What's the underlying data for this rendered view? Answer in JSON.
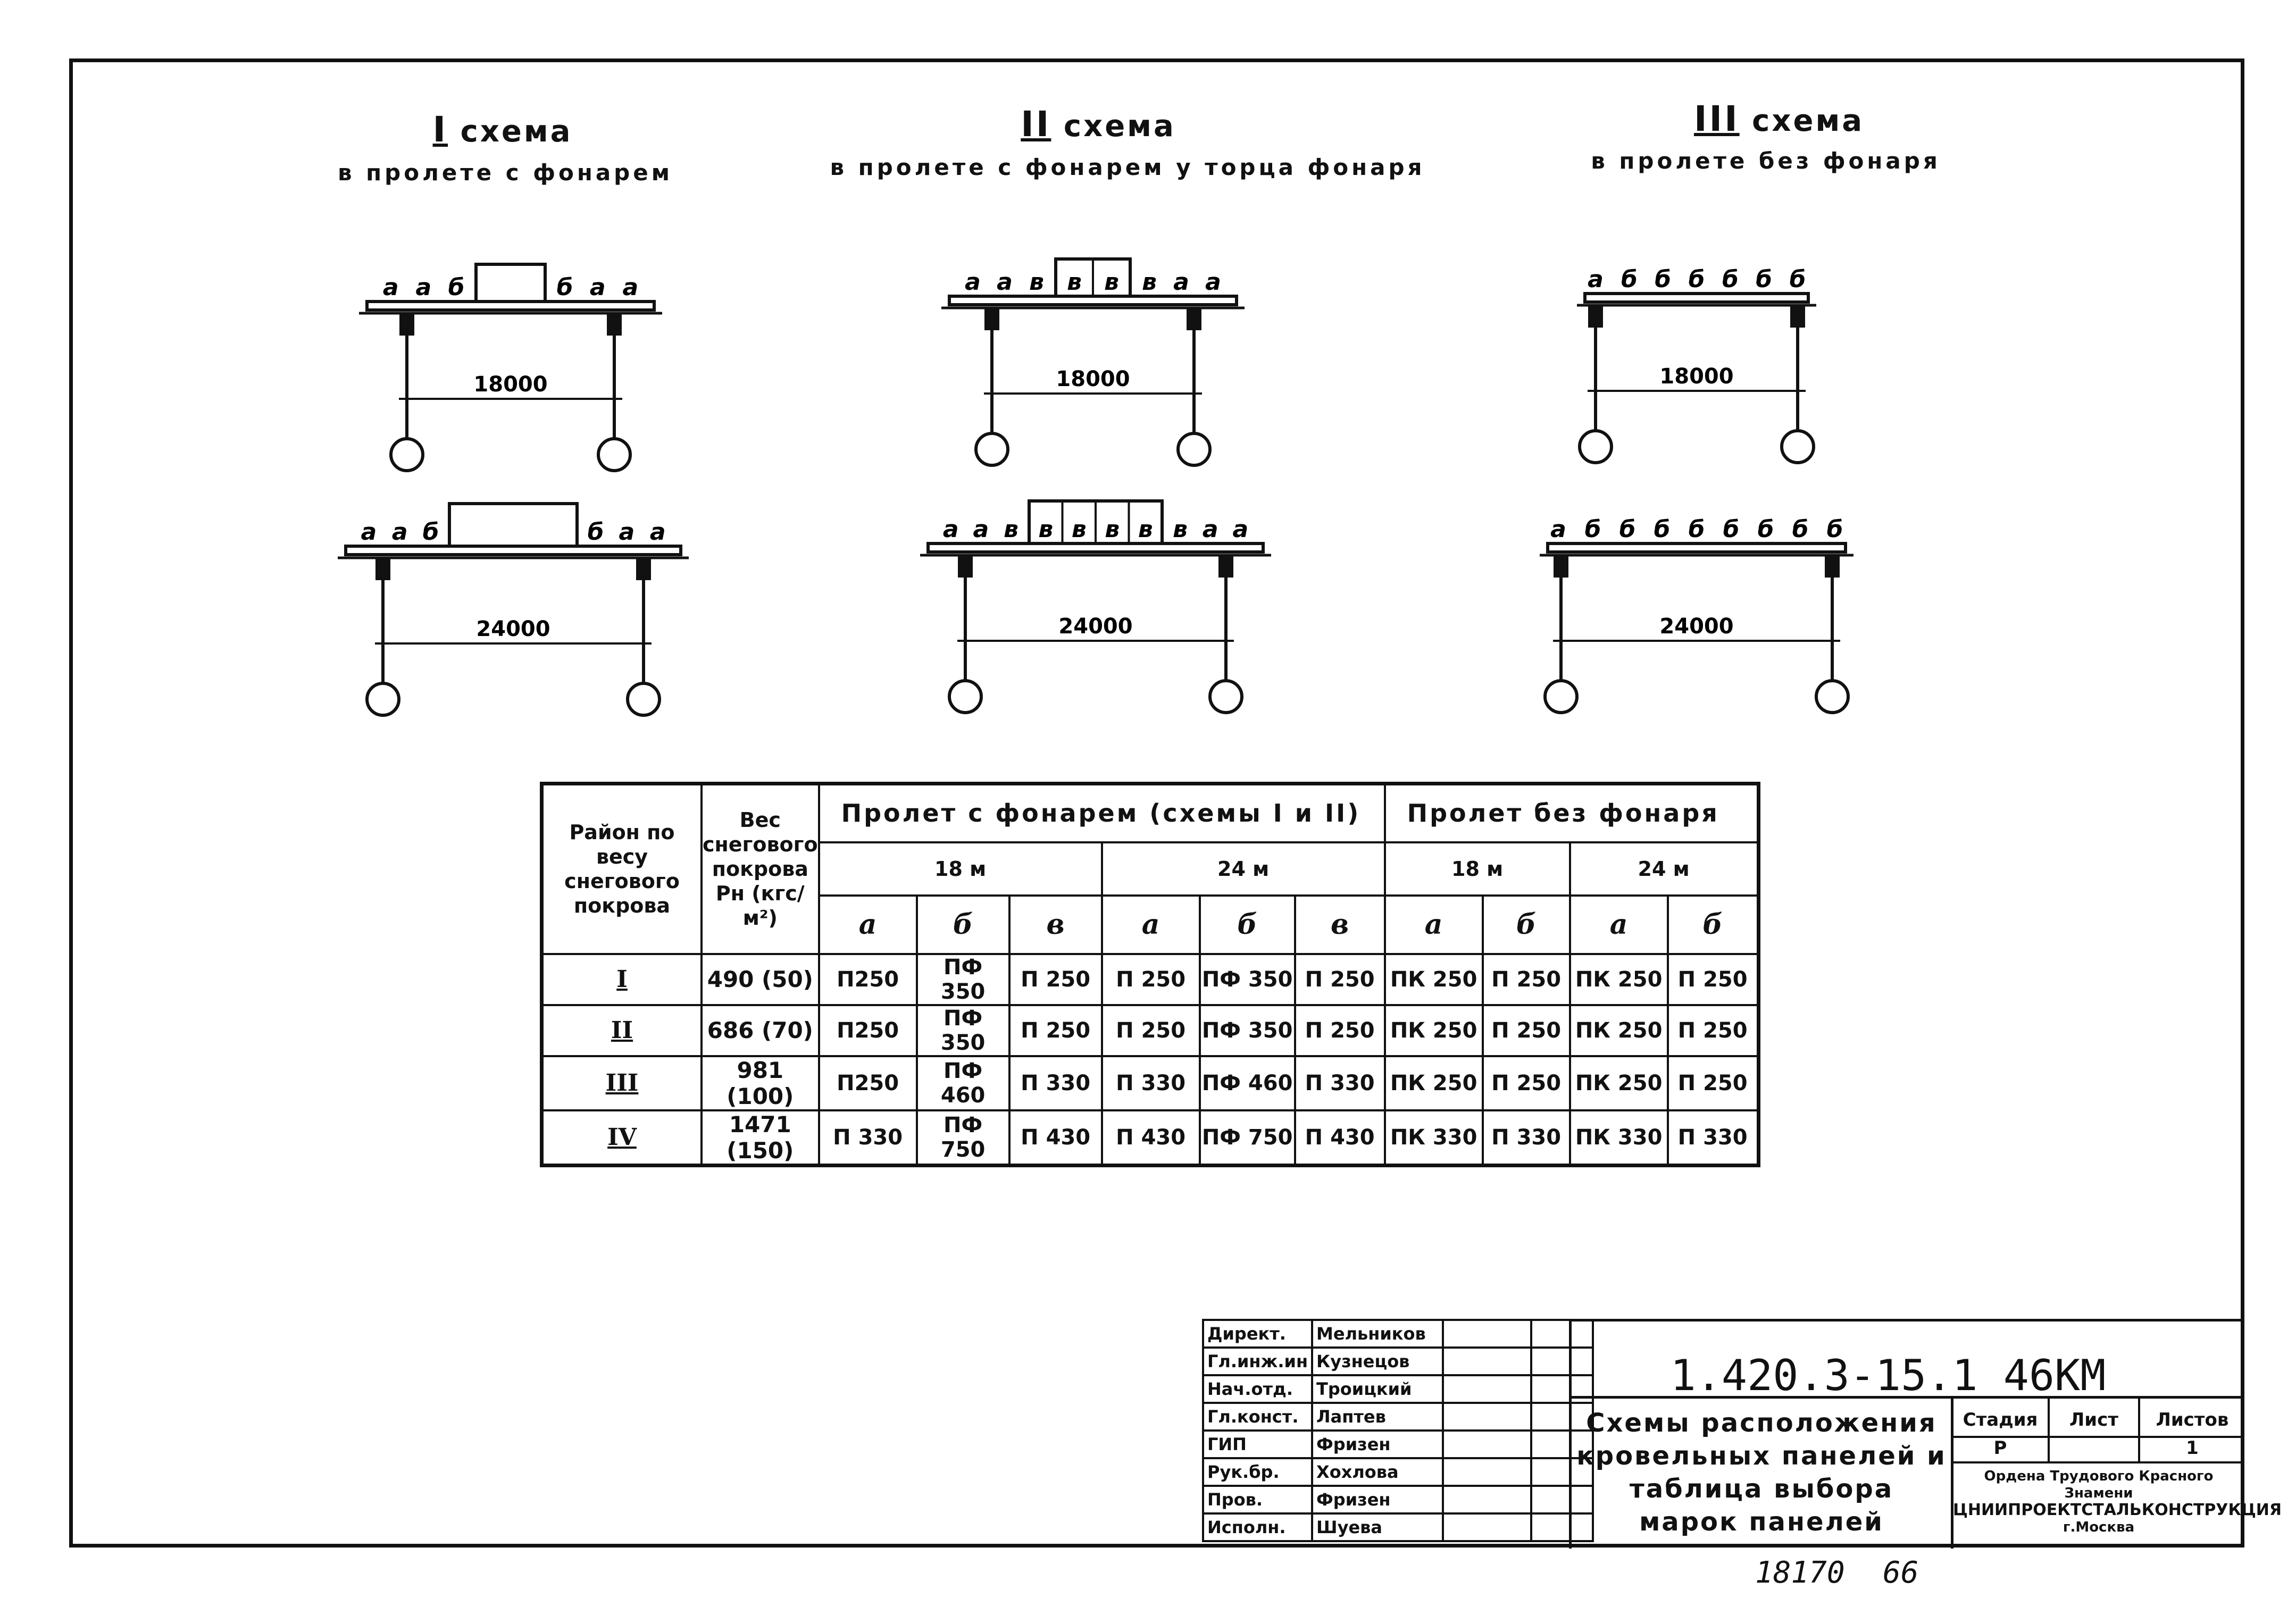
{
  "schemes": [
    {
      "num": "I",
      "title": "схема",
      "subtitle": "в пролете с фонарем",
      "rows": [
        {
          "span": "18000",
          "left": [
            "а",
            "а",
            "б"
          ],
          "right": [
            "б",
            "а",
            "а"
          ],
          "lantern_cells": []
        },
        {
          "span": "24000",
          "left": [
            "а",
            "а",
            "б"
          ],
          "right": [
            "б",
            "а",
            "а"
          ],
          "lantern_cells": []
        }
      ]
    },
    {
      "num": "II",
      "title": "схема",
      "subtitle": "в пролете с фонарем у торца фонаря",
      "rows": [
        {
          "span": "18000",
          "left": [
            "а",
            "а",
            "в"
          ],
          "right": [
            "в",
            "а",
            "а"
          ],
          "lantern_cells": [
            "в",
            "в"
          ]
        },
        {
          "span": "24000",
          "left": [
            "а",
            "а",
            "в"
          ],
          "right": [
            "в",
            "а",
            "а"
          ],
          "lantern_cells": [
            "в",
            "в",
            "в",
            "в"
          ]
        }
      ]
    },
    {
      "num": "III",
      "title": "схема",
      "subtitle": "в пролете без фонаря",
      "rows": [
        {
          "span": "18000",
          "left": [
            "а",
            "б",
            "б",
            "б",
            "б",
            "б",
            "б"
          ],
          "right": [],
          "lantern_cells": []
        },
        {
          "span": "24000",
          "left": [
            "а",
            "б",
            "б",
            "б",
            "б",
            "б",
            "б",
            "б",
            "б"
          ],
          "right": [],
          "lantern_cells": []
        }
      ]
    }
  ],
  "table": {
    "col_region": "Район по весу снегового покрова",
    "col_weight": "Вес снегового покрова Pн (кгс/м²)",
    "group_lantern": "Пролет с фонарем (схемы I и II)",
    "group_nolantern": "Пролет без фонаря",
    "span_18": "18 м",
    "span_24": "24 м",
    "letters": {
      "a": "а",
      "b": "б",
      "v": "в"
    },
    "rows": [
      {
        "region": "I",
        "weight": "490 (50)",
        "cells": [
          "П250",
          "ПФ 350",
          "П 250",
          "П 250",
          "ПФ 350",
          "П 250",
          "ПК 250",
          "П 250",
          "ПК 250",
          "П 250"
        ]
      },
      {
        "region": "II",
        "weight": "686 (70)",
        "cells": [
          "П250",
          "ПФ 350",
          "П 250",
          "П 250",
          "ПФ 350",
          "П 250",
          "ПК 250",
          "П 250",
          "ПК 250",
          "П 250"
        ]
      },
      {
        "region": "III",
        "weight": "981 (100)",
        "cells": [
          "П250",
          "ПФ 460",
          "П 330",
          "П 330",
          "ПФ 460",
          "П 330",
          "ПК 250",
          "П 250",
          "ПК 250",
          "П 250"
        ]
      },
      {
        "region": "IV",
        "weight": "1471 (150)",
        "cells": [
          "П 330",
          "ПФ 750",
          "П 430",
          "П 430",
          "ПФ 750",
          "П 430",
          "ПК 330",
          "П 330",
          "ПК 330",
          "П 330"
        ]
      }
    ]
  },
  "title_block": {
    "people": [
      {
        "role": "Директ.",
        "name": "Мельников"
      },
      {
        "role": "Гл.инж.ин",
        "name": "Кузнецов"
      },
      {
        "role": "Нач.отд.",
        "name": "Троицкий"
      },
      {
        "role": "Гл.конст.",
        "name": "Лаптев"
      },
      {
        "role": "ГИП",
        "name": "Фризен"
      },
      {
        "role": "Рук.бр.",
        "name": "Хохлова"
      },
      {
        "role": "Пров.",
        "name": "Фризен"
      },
      {
        "role": "Исполн.",
        "name": "Шуева"
      }
    ],
    "code": "1.420.3-15.1 46КМ",
    "drawing_name": "Схемы расположения кровельных панелей и таблица выбора марок панелей",
    "stage_label": "Стадия",
    "sheet_label": "Лист",
    "sheets_label": "Листов",
    "stage": "Р",
    "sheets": "1",
    "org_line1": "Ордена Трудового Красного Знамени",
    "org_line2": "ЦНИИПРОЕКТСТАЛЬКОНСТРУКЦИЯ",
    "org_line3": "г.Москва"
  },
  "footer": {
    "inv": "18170",
    "page": "66"
  }
}
